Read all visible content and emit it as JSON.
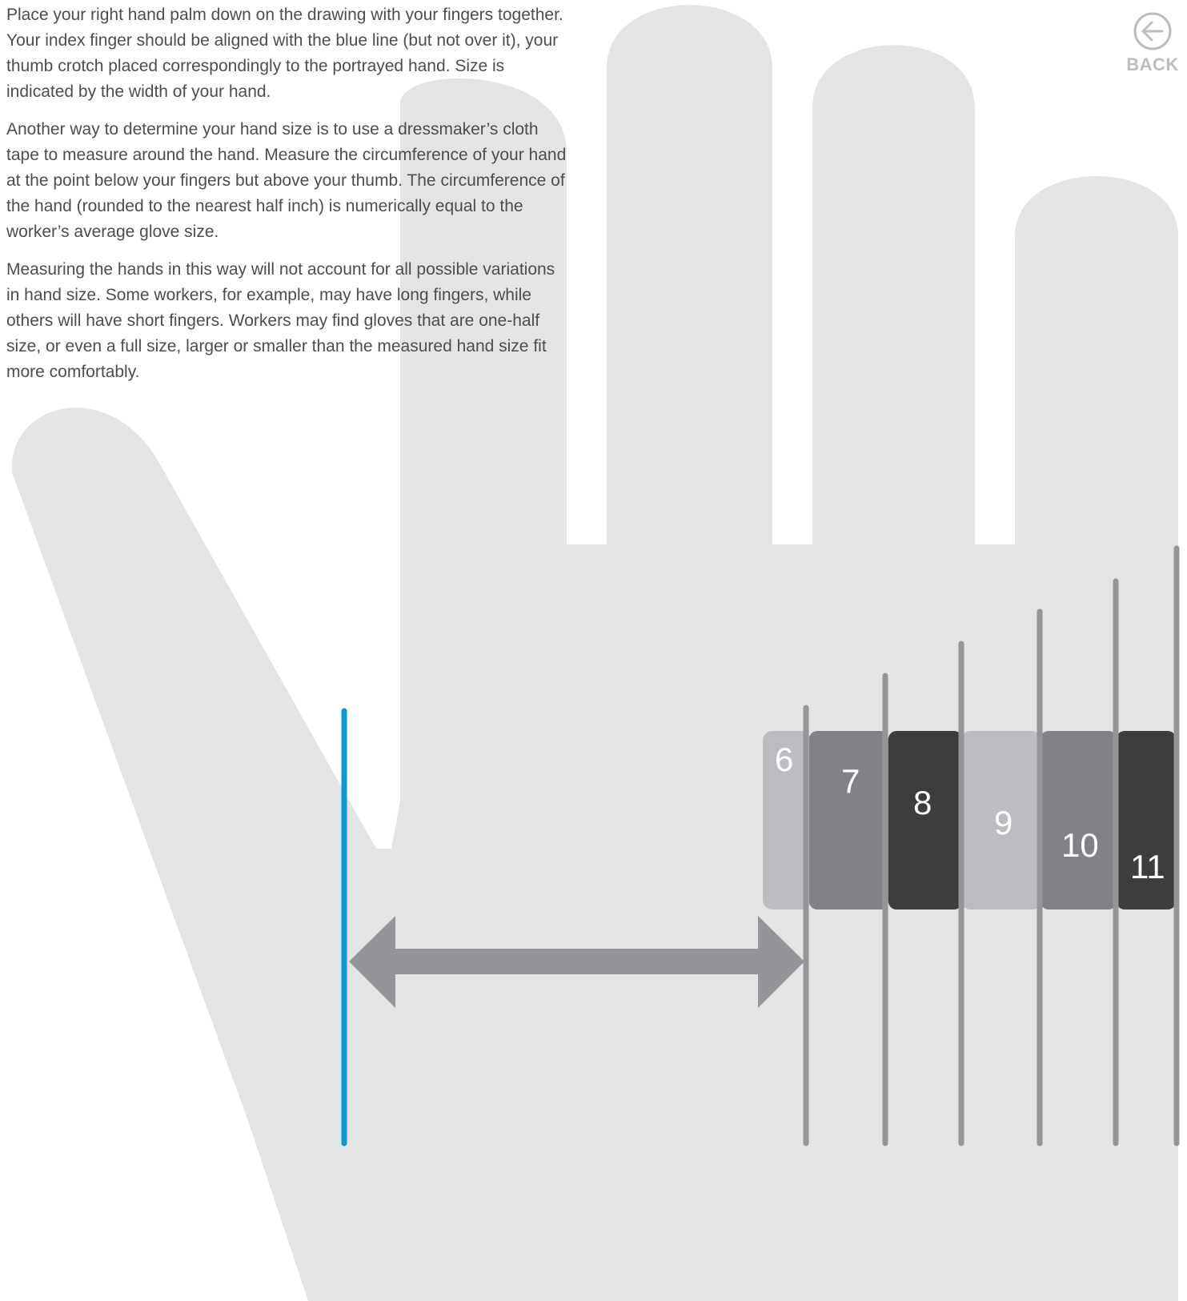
{
  "instructions": {
    "paragraphs": [
      "Place your right hand palm down on the drawing with your fingers together. Your index finger should be aligned with the blue line (but not over it), your thumb crotch placed correspondingly to the portrayed hand. Size is indicated by the width of your hand.",
      "Another way to determine your hand size is to use a dressmaker’s cloth tape to measure around the hand. Measure the circumference of your hand at the point below your fingers but above your thumb. The circumference of the hand (rounded to the nearest half inch) is numerically equal to the worker’s average glove size.",
      "Measuring the hands in this way will not account for all possible variations in hand size. Some workers, for example, may have long fingers, while others will have short fingers. Workers may find gloves that are one-half size, or even a full size, larger or smaller than the measured hand size fit more comfortably."
    ]
  },
  "back": {
    "label": "BACK",
    "icon": "arrow-left-circle-icon"
  },
  "sizes": {
    "labels": [
      "6",
      "7",
      "8",
      "9",
      "10",
      "11"
    ]
  },
  "colors": {
    "hand": "#e3e4e4",
    "guide_line": "#0a9ad7",
    "size_line": "#939598",
    "width_arrow": "#939598",
    "size_light": "#bcbdc1",
    "size_mid": "#808285",
    "size_dark": "#3d3d3d",
    "text": "#4d4d4f",
    "back": "#bcbdc1"
  }
}
